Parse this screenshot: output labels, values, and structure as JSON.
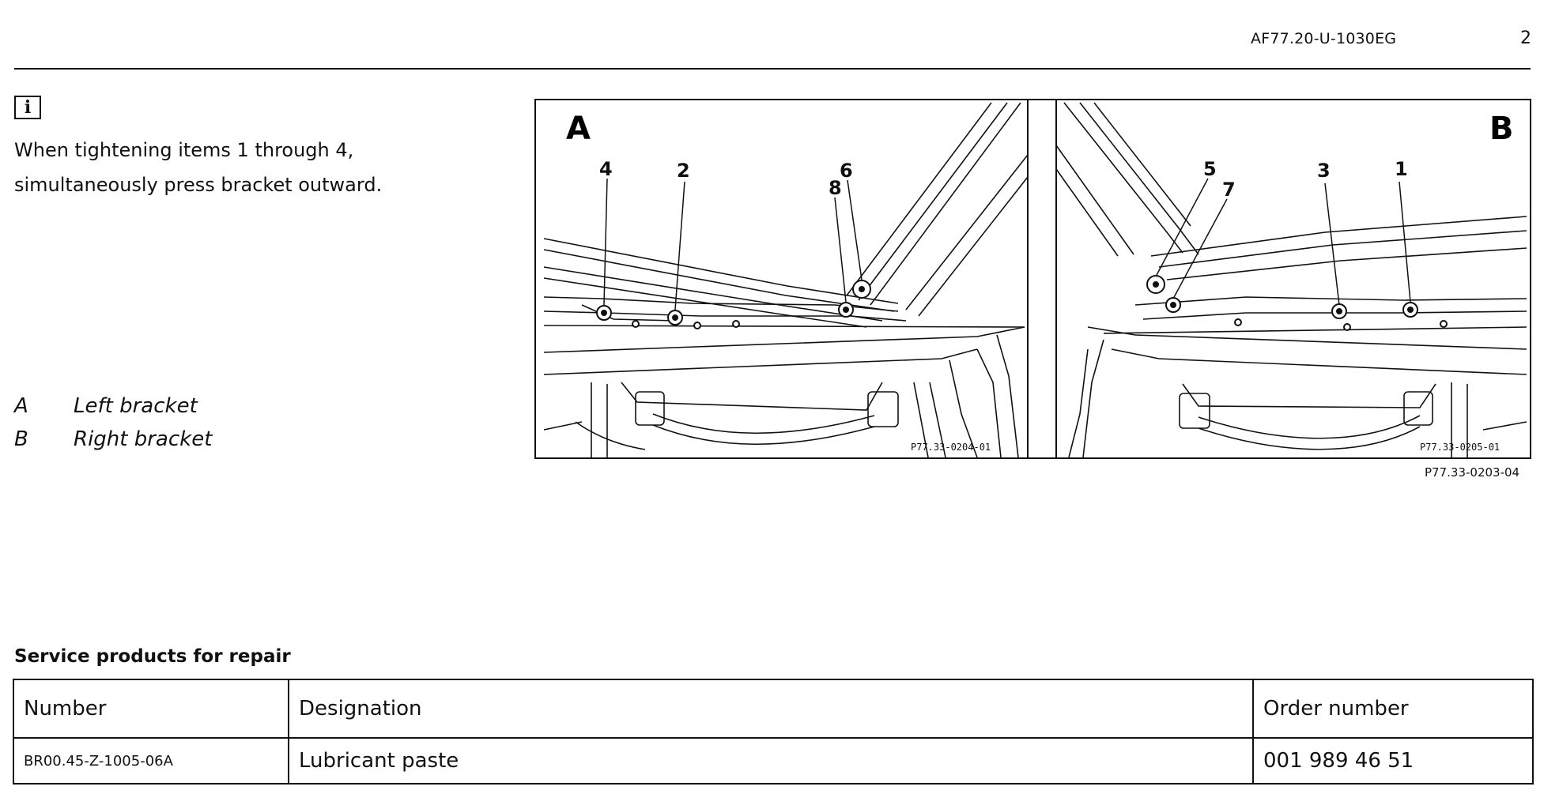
{
  "header": {
    "doc_number": "AF77.20-U-1030EG",
    "page_number": "2"
  },
  "info_icon": "i",
  "note": {
    "line1": "When tightening items 1 through 4,",
    "line2": "simultaneously press bracket outward."
  },
  "legend": [
    {
      "key": "A",
      "label": "Left bracket"
    },
    {
      "key": "B",
      "label": "Right bracket"
    }
  ],
  "figure": {
    "panels": [
      {
        "letter": "A",
        "code": "P77.33-0204-01",
        "callouts": [
          "4",
          "2",
          "8",
          "6"
        ]
      },
      {
        "letter": "B",
        "code": "P77.33-0205-01",
        "callouts": [
          "5",
          "7",
          "3",
          "1"
        ]
      }
    ],
    "caption": "P77.33-0203-04"
  },
  "service_products": {
    "title": "Service products for repair",
    "columns": [
      "Number",
      "Designation",
      "Order number"
    ],
    "rows": [
      {
        "number": "BR00.45-Z-1005-06A",
        "designation": "Lubricant paste",
        "order_number": "001 989 46 51"
      }
    ]
  }
}
